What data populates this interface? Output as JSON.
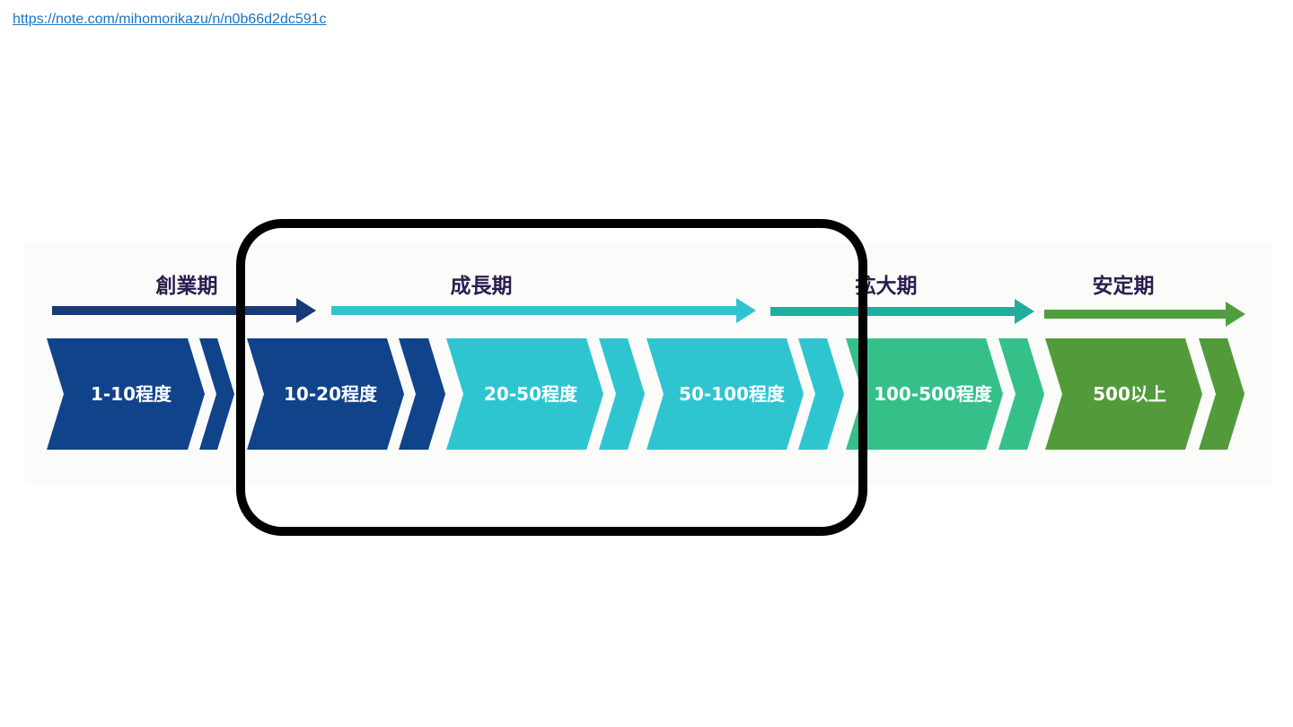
{
  "link": {
    "text": "https://note.com/mihomorikazu/n/n0b66d2dc591c"
  },
  "phases": [
    {
      "label": "創業期",
      "color": "#173a78"
    },
    {
      "label": "成長期",
      "color": "#2ec5d1"
    },
    {
      "label": "拡大期",
      "color": "#1fae9e"
    },
    {
      "label": "安定期",
      "color": "#4f9e3d"
    }
  ],
  "stages": [
    {
      "label": "1-10程度",
      "color": "#10438a"
    },
    {
      "label": "10-20程度",
      "color": "#10438a"
    },
    {
      "label": "20-50程度",
      "color": "#2ec5d1"
    },
    {
      "label": "50-100程度",
      "color": "#2ec5d1"
    },
    {
      "label": "100-500程度",
      "color": "#35c08a"
    },
    {
      "label": "500以上",
      "color": "#539b3a"
    }
  ],
  "highlight": {
    "color": "#000000"
  }
}
